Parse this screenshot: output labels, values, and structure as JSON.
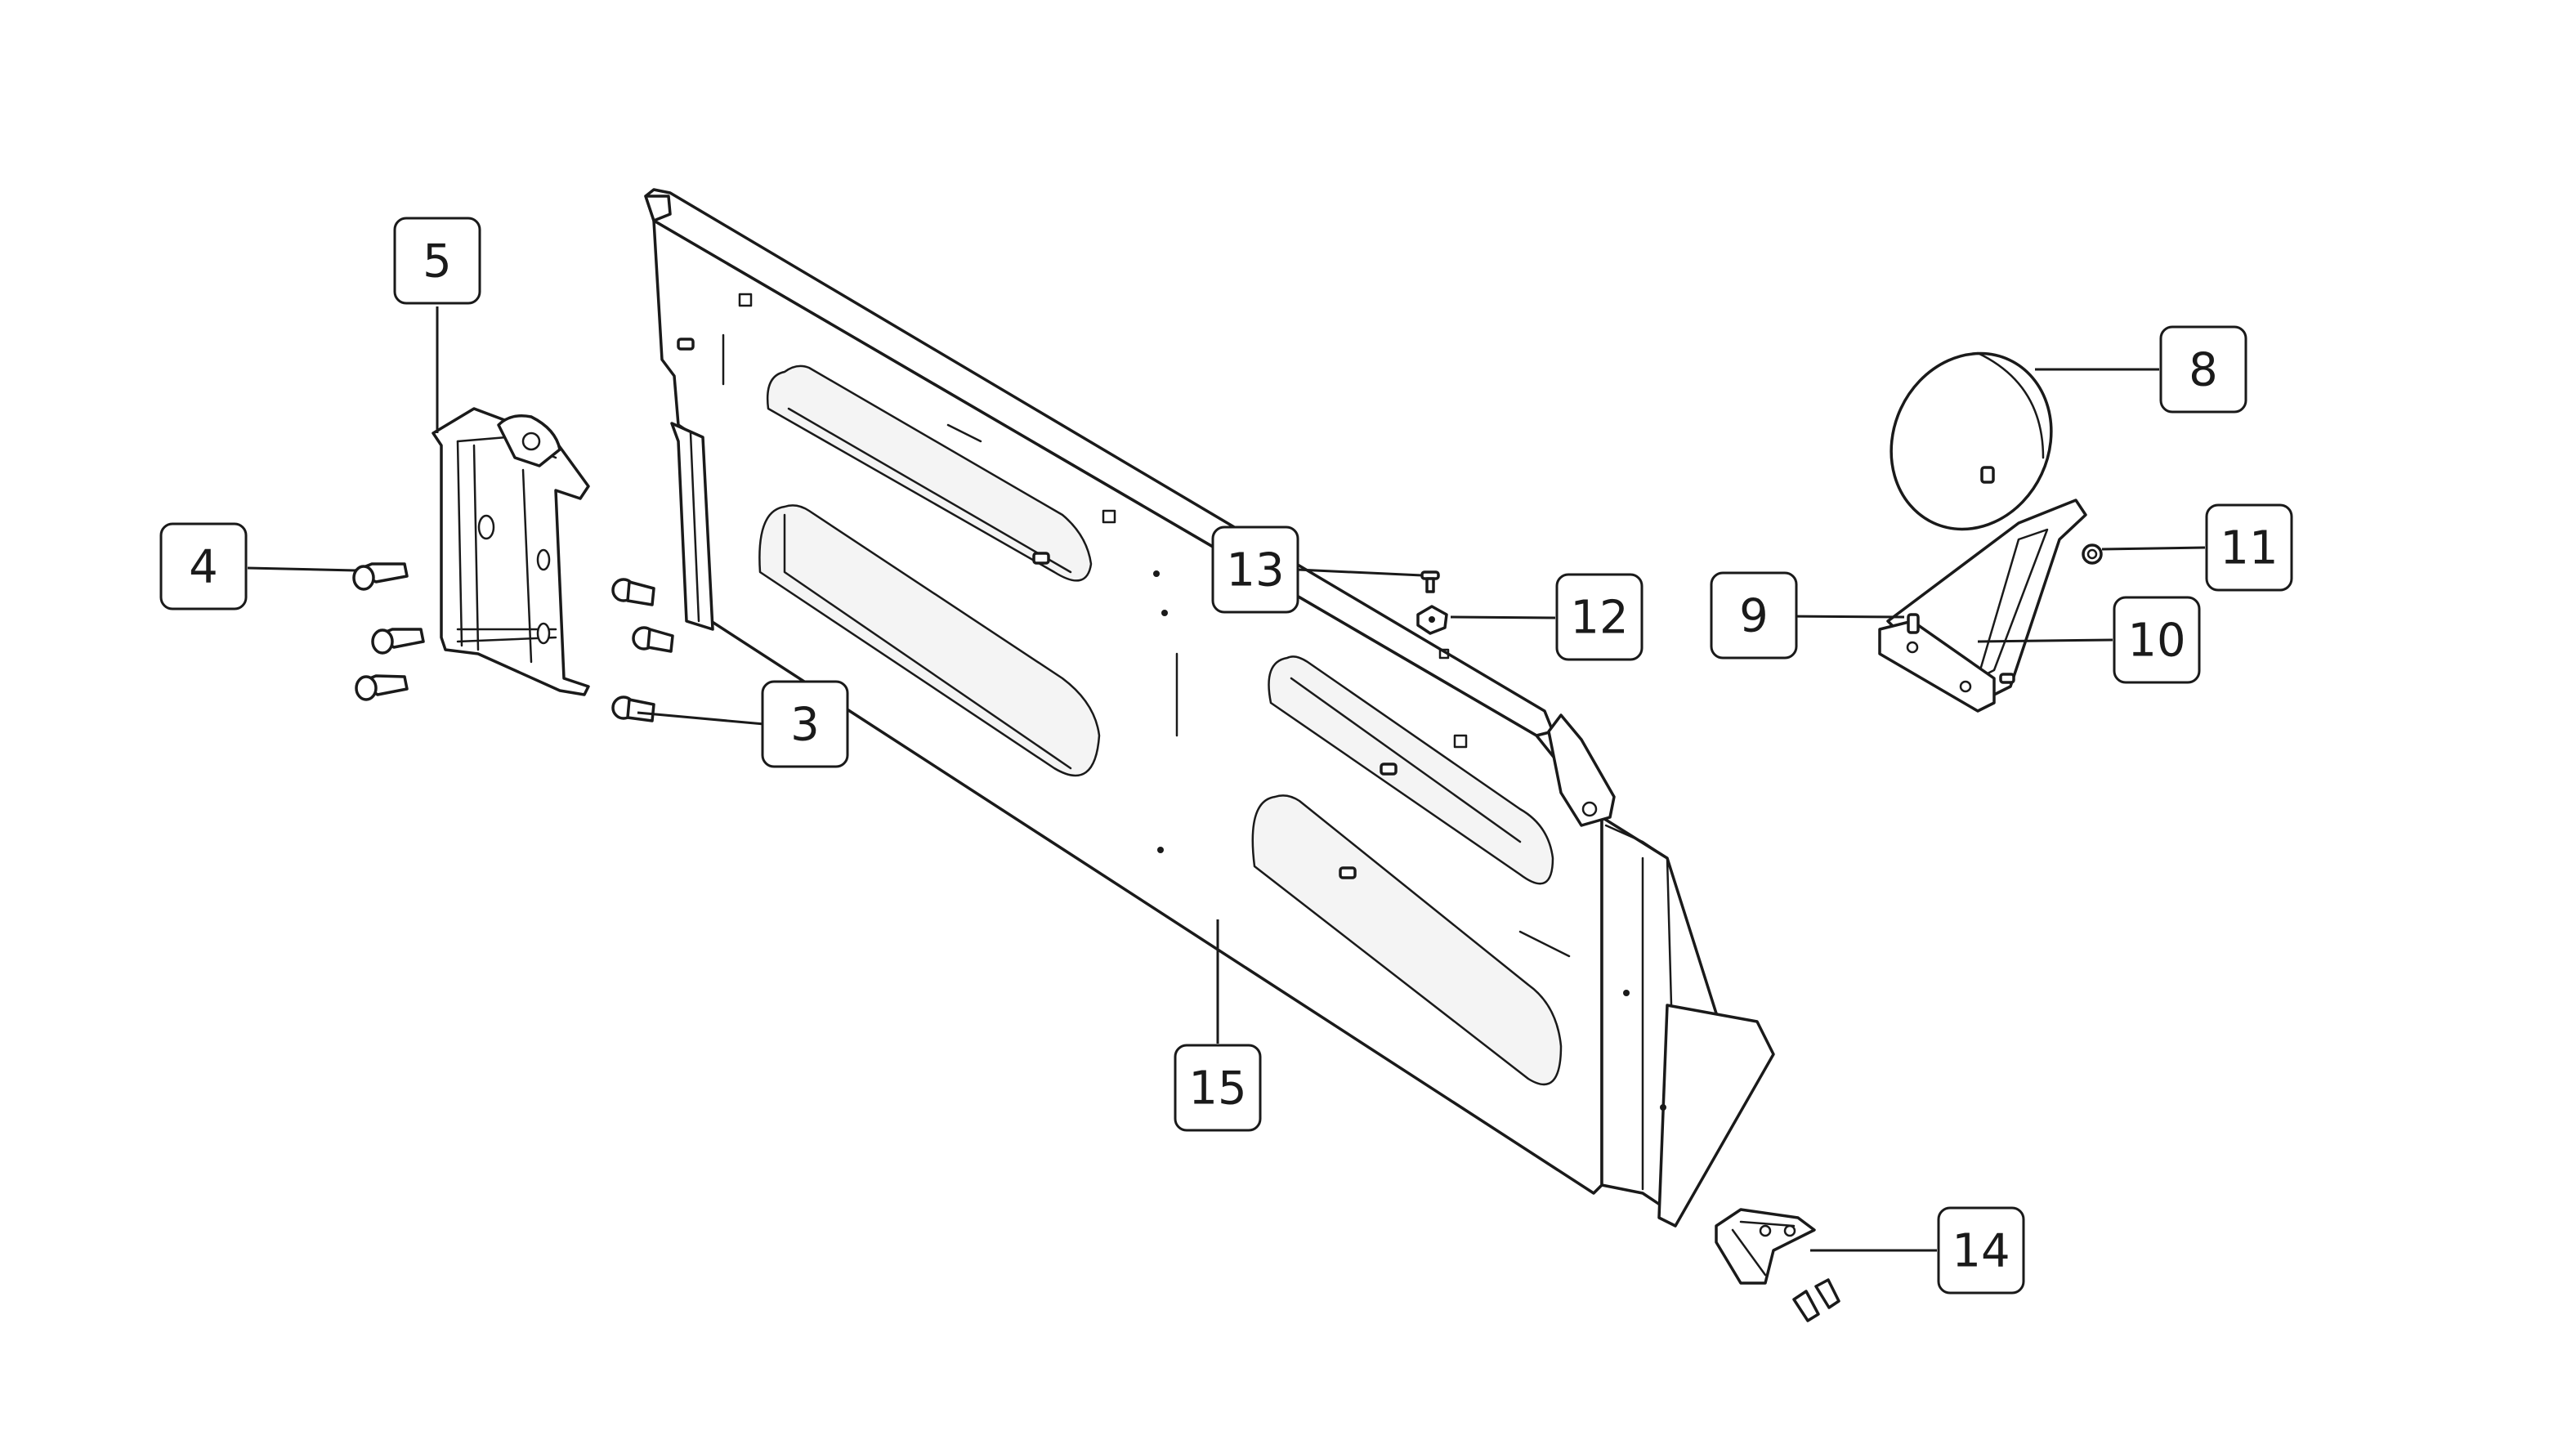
{
  "diagram": {
    "callouts": [
      {
        "id": "c5",
        "label": "5"
      },
      {
        "id": "c4",
        "label": "4"
      },
      {
        "id": "c3",
        "label": "3"
      },
      {
        "id": "c13",
        "label": "13"
      },
      {
        "id": "c12",
        "label": "12"
      },
      {
        "id": "c9",
        "label": "9"
      },
      {
        "id": "c8",
        "label": "8"
      },
      {
        "id": "c11",
        "label": "11"
      },
      {
        "id": "c10",
        "label": "10"
      },
      {
        "id": "c15",
        "label": "15"
      },
      {
        "id": "c14",
        "label": "14"
      }
    ]
  }
}
